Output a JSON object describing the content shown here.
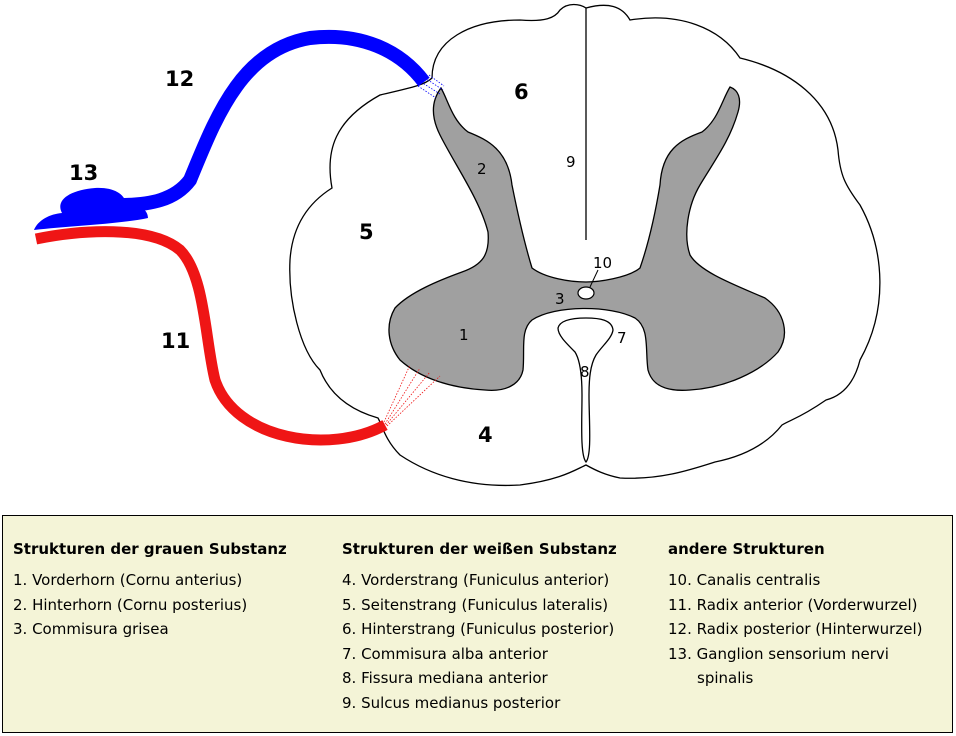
{
  "diagram": {
    "labels": {
      "l1": "1",
      "l2": "2",
      "l3": "3",
      "l4": "4",
      "l5": "5",
      "l6": "6",
      "l7": "7",
      "l8": "8",
      "l9": "9",
      "l10": "10",
      "l11": "11",
      "l12": "12",
      "l13": "13"
    },
    "colors": {
      "grey_matter": "#a0a0a0",
      "posterior_root": "#0000ff",
      "anterior_root": "#ef1515",
      "legend_background": "#f4f4d7"
    }
  },
  "legend": {
    "grey": {
      "title": "Strukturen der grauen Substanz",
      "items": [
        "1. Vorderhorn (Cornu anterius)",
        "2. Hinterhorn (Cornu posterius)",
        "3. Commisura grisea"
      ]
    },
    "white": {
      "title": "Strukturen der weißen Substanz",
      "items": [
        "4. Vorderstrang (Funiculus anterior)",
        "5. Seitenstrang (Funiculus lateralis)",
        "6. Hinterstrang (Funiculus posterior)",
        "7. Commisura alba anterior",
        "8. Fissura mediana anterior",
        "9. Sulcus medianus posterior"
      ]
    },
    "other": {
      "title": "andere Strukturen",
      "items": [
        "10. Canalis centralis",
        "11. Radix anterior (Vorderwurzel)",
        "12. Radix posterior (Hinterwurzel)"
      ],
      "item13_line1": "13. Ganglion sensorium nervi",
      "item13_line2": "spinalis"
    }
  }
}
